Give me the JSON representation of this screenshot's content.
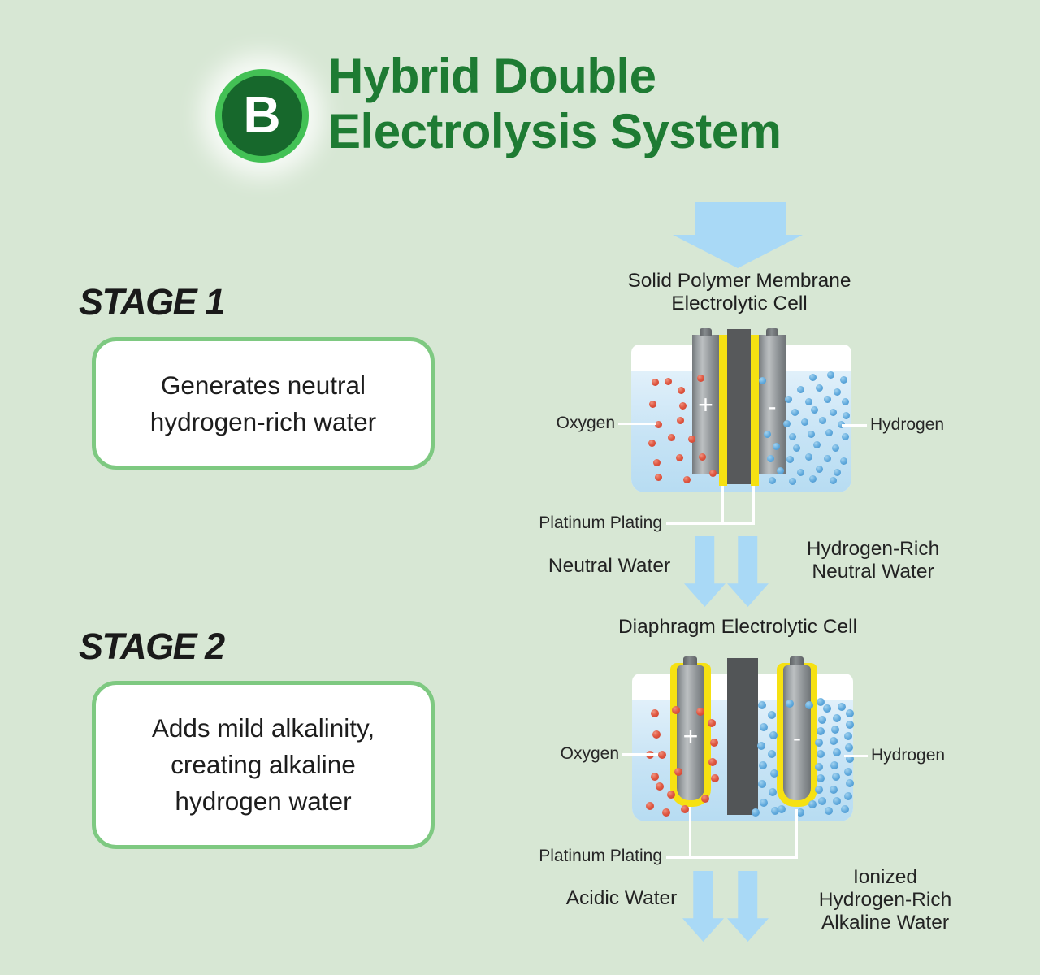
{
  "header": {
    "badge_letter": "B",
    "title": "Hybrid Double\nElectrolysis System"
  },
  "stages": {
    "stage1": {
      "heading": "STAGE 1",
      "description": "Generates neutral\nhydrogen-rich water"
    },
    "stage2": {
      "heading": "STAGE 2",
      "description": "Adds mild alkalinity,\ncreating alkaline\nhydrogen water"
    }
  },
  "cell1": {
    "title": "Solid Polymer Membrane\nElectrolytic Cell",
    "anode_sign": "+",
    "cathode_sign": "-",
    "oxygen_label": "Oxygen",
    "hydrogen_label": "Hydrogen",
    "platinum_label": "Platinum Plating"
  },
  "flow1": {
    "left_label": "Neutral Water",
    "right_label": "Hydrogen-Rich\nNeutral Water"
  },
  "cell2": {
    "title": "Diaphragm Electrolytic Cell",
    "anode_sign": "+",
    "cathode_sign": "-",
    "oxygen_label": "Oxygen",
    "hydrogen_label": "Hydrogen",
    "platinum_label": "Platinum Plating"
  },
  "flow2": {
    "left_label": "Acidic Water",
    "right_label": "Ionized\nHydrogen-Rich\nAlkaline Water"
  },
  "colors": {
    "background": "#d7e7d4",
    "title_green": "#1e7b33",
    "badge_ring": "#43c155",
    "badge_fill": "#17682c",
    "box_border": "#7ec981",
    "arrow_blue": "#a9d9f6",
    "oxygen_dot": "#d84a36",
    "hydrogen_dot": "#5aa8dc",
    "platinum_yellow": "#f6e112"
  }
}
